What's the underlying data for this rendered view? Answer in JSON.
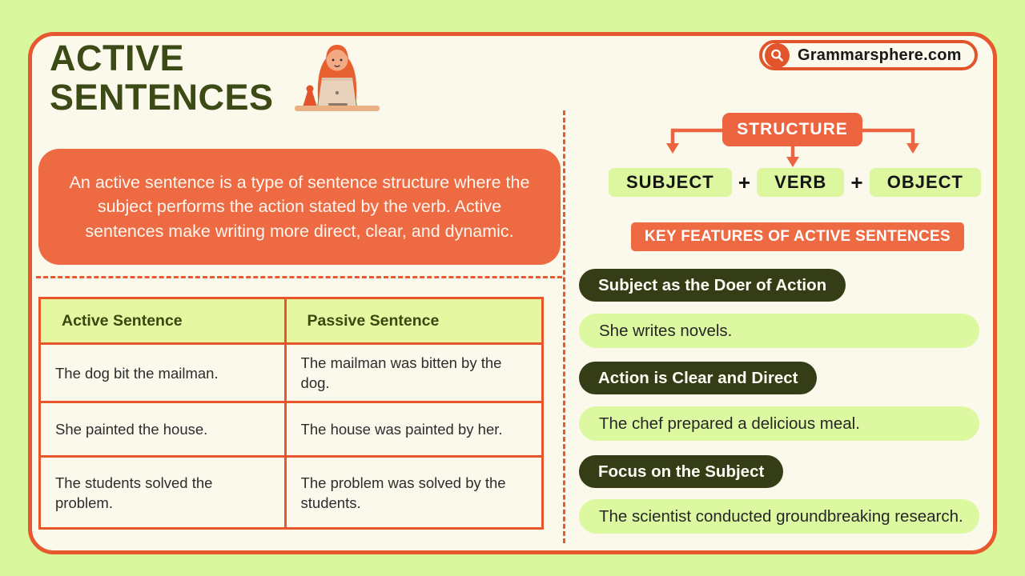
{
  "page": {
    "title_line1": "ACTIVE",
    "title_line2": "SENTENCES",
    "site_badge": "Grammarsphere.com",
    "definition": "An active sentence is a type of sentence structure where the subject performs the action stated by the verb. Active sentences make writing more direct, clear, and dynamic."
  },
  "comparison_table": {
    "headers": [
      "Active Sentence",
      "Passive Sentence"
    ],
    "rows": [
      [
        "The dog bit the mailman.",
        "The mailman was bitten by the dog."
      ],
      [
        "She painted the house.",
        "The house was painted by her."
      ],
      [
        "The students solved the problem.",
        "The problem was solved by the students."
      ]
    ]
  },
  "structure": {
    "label": "STRUCTURE",
    "parts": [
      "SUBJECT",
      "VERB",
      "OBJECT"
    ],
    "separator": "+"
  },
  "key_features": {
    "heading": "KEY FEATURES OF ACTIVE SENTENCES",
    "items": [
      {
        "feature": "Subject as the Doer of Action",
        "example": "She writes novels."
      },
      {
        "feature": "Action is Clear and Direct",
        "example": "The chef prepared a delicious meal."
      },
      {
        "feature": "Focus on the Subject",
        "example": "The scientist conducted groundbreaking research."
      }
    ]
  },
  "icons": {
    "search": "search-icon",
    "illustration": "woman-at-laptop-illustration"
  },
  "colors": {
    "accent_orange": "#EE6A43",
    "border_orange": "#E7582E",
    "title_olive": "#3C4A16",
    "dark_olive_pill": "#343D15",
    "outer_green": "#D9F89E",
    "light_green_pill": "#DCF8A0",
    "table_header_green": "#E6F6A1",
    "card_cream": "#FBF8EC"
  }
}
